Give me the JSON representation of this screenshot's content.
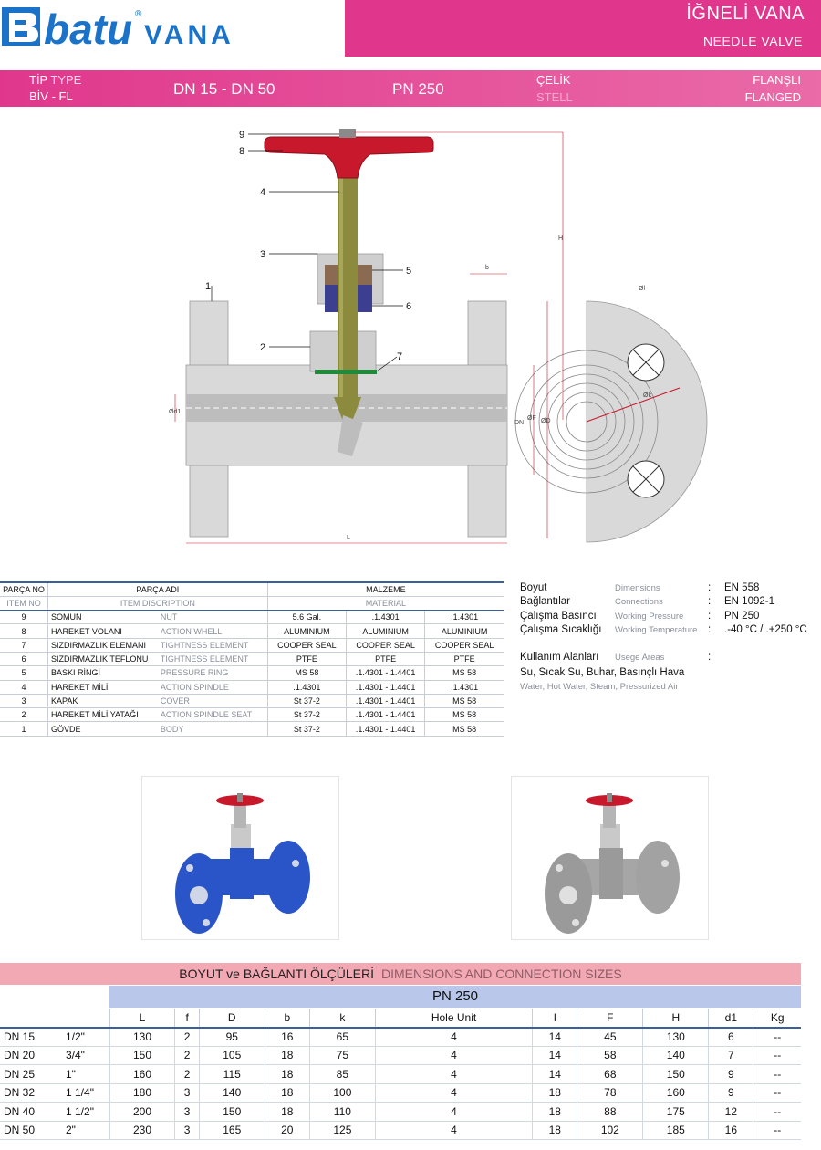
{
  "header": {
    "brand": "batu",
    "brand_sub": "VANA",
    "registered": "®",
    "title_tr": "İĞNELİ VANA",
    "title_en": "NEEDLE VALVE"
  },
  "band": {
    "tip_label": "TİP",
    "type_label": "TYPE",
    "model": "BİV - FL",
    "dn_range": "DN 15 - DN 50",
    "pressure": "PN 250",
    "material_tr": "ÇELİK",
    "material_en": "STELL",
    "connection_tr": "FLANŞLI",
    "connection_en": "FLANGED"
  },
  "drawing": {
    "callouts": [
      "9",
      "8",
      "4",
      "3",
      "5",
      "6",
      "1",
      "2",
      "7"
    ],
    "dims": {
      "H": "H",
      "b": "b",
      "l": "Øl",
      "k": "Øk",
      "d1": "Ød1",
      "DN": "DN",
      "F": "ØF",
      "D": "ØD",
      "L": "L"
    }
  },
  "parts_table": {
    "header": {
      "no_tr": "PARÇA NO",
      "no_en": "ITEM NO",
      "name_tr": "PARÇA ADI",
      "name_en": "ITEM DISCRIPTION",
      "mat_tr": "MALZEME",
      "mat_en": "MATERIAL"
    },
    "rows": [
      {
        "no": "9",
        "tr": "SOMUN",
        "en": "NUT",
        "m1": "5.6 Gal.",
        "m2": ".1.4301",
        "m3": ".1.4301"
      },
      {
        "no": "8",
        "tr": "HAREKET VOLANI",
        "en": "ACTION WHELL",
        "m1": "ALUMINIUM",
        "m2": "ALUMINIUM",
        "m3": "ALUMINIUM"
      },
      {
        "no": "7",
        "tr": "SIZDIRMAZLIK ELEMANI",
        "en": "TIGHTNESS ELEMENT",
        "m1": "COOPER SEAL",
        "m2": "COOPER SEAL",
        "m3": "COOPER SEAL"
      },
      {
        "no": "6",
        "tr": "SIZDIRMAZLIK TEFLONU",
        "en": "TIGHTNESS ELEMENT",
        "m1": "PTFE",
        "m2": "PTFE",
        "m3": "PTFE"
      },
      {
        "no": "5",
        "tr": "BASKI RİNGİ",
        "en": "PRESSURE RING",
        "m1": "MS 58",
        "m2": ".1.4301 - 1.4401",
        "m3": "MS 58"
      },
      {
        "no": "4",
        "tr": "HAREKET MİLİ",
        "en": "ACTION SPINDLE",
        "m1": ".1.4301",
        "m2": ".1.4301 - 1.4401",
        "m3": ".1.4301"
      },
      {
        "no": "3",
        "tr": "KAPAK",
        "en": "COVER",
        "m1": "St 37-2",
        "m2": ".1.4301 - 1.4401",
        "m3": "MS 58"
      },
      {
        "no": "2",
        "tr": "HAREKET MİLİ YATAĞI",
        "en": "ACTION SPINDLE SEAT",
        "m1": "St 37-2",
        "m2": ".1.4301 - 1.4401",
        "m3": "MS 58"
      },
      {
        "no": "1",
        "tr": "GÖVDE",
        "en": "BODY",
        "m1": "St 37-2",
        "m2": ".1.4301 - 1.4401",
        "m3": "MS 58"
      }
    ]
  },
  "specs": [
    {
      "tr": "Boyut",
      "en": "Dimensions",
      "value": "EN 558"
    },
    {
      "tr": "Bağlantılar",
      "en": "Connections",
      "value": "EN 1092-1"
    },
    {
      "tr": "Çalışma Basıncı",
      "en": "Working Pressure",
      "value": "PN 250"
    },
    {
      "tr": "Çalışma Sıcaklığı",
      "en": "Working Temperature",
      "value": ".-40  °C  /  .+250 °C"
    }
  ],
  "usage": {
    "tr": "Kullanım Alanları",
    "en": "Usege Areas",
    "list_tr": "Su, Sıcak Su, Buhar, Basınçlı Hava",
    "list_en": "Water, Hot Water, Steam, Pressurized Air"
  },
  "colon": ":",
  "photos": {
    "blue_color": "#2a55c8",
    "grey_color": "#9a9a9a",
    "handwheel_color": "#c8182c"
  },
  "dim_table": {
    "title_tr": "BOYUT ve BAĞLANTI ÖLÇÜLERİ",
    "title_en": "DIMENSIONS AND CONNECTION SIZES",
    "pn": "PN 250",
    "columns": [
      "L",
      "f",
      "D",
      "b",
      "k",
      "Hole Unit",
      "l",
      "F",
      "H",
      "d1",
      "Kg"
    ],
    "rows": [
      {
        "dn": "DN 15",
        "inch": "1/2\"",
        "v": [
          "130",
          "2",
          "95",
          "16",
          "65",
          "4",
          "14",
          "45",
          "130",
          "6",
          "--"
        ]
      },
      {
        "dn": "DN 20",
        "inch": "3/4\"",
        "v": [
          "150",
          "2",
          "105",
          "18",
          "75",
          "4",
          "14",
          "58",
          "140",
          "7",
          "--"
        ]
      },
      {
        "dn": "DN 25",
        "inch": "1\"",
        "v": [
          "160",
          "2",
          "115",
          "18",
          "85",
          "4",
          "14",
          "68",
          "150",
          "9",
          "--"
        ]
      },
      {
        "dn": "DN 32",
        "inch": "1 1/4\"",
        "v": [
          "180",
          "3",
          "140",
          "18",
          "100",
          "4",
          "18",
          "78",
          "160",
          "9",
          "--"
        ]
      },
      {
        "dn": "DN 40",
        "inch": "1 1/2\"",
        "v": [
          "200",
          "3",
          "150",
          "18",
          "110",
          "4",
          "18",
          "88",
          "175",
          "12",
          "--"
        ]
      },
      {
        "dn": "DN 50",
        "inch": "2\"",
        "v": [
          "230",
          "3",
          "165",
          "20",
          "125",
          "4",
          "18",
          "102",
          "185",
          "16",
          "--"
        ]
      }
    ]
  },
  "colors": {
    "accent_pink": "#e0378c",
    "table_blue": "#3b5f9c",
    "pn_band": "#b9c8ea",
    "title_band": "#f3a9b4",
    "logo_blue": "#1a73c9"
  }
}
